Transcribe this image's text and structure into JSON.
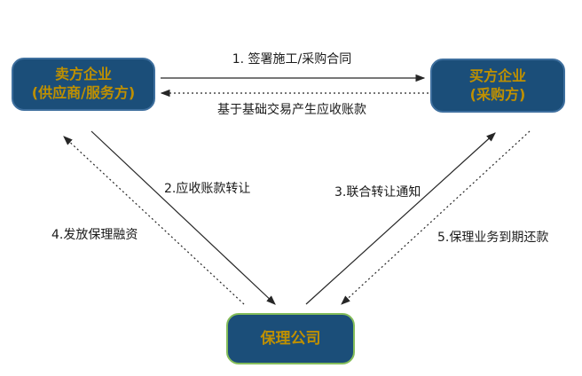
{
  "diagram": {
    "title": "factoring-business-flow",
    "nodes": {
      "seller": {
        "line1": "卖方企业",
        "line2": "(供应商/服务方)"
      },
      "buyer": {
        "line1": "买方企业",
        "line2": "(采购方)"
      },
      "factor": {
        "label": "保理公司"
      }
    },
    "edges": {
      "contract": {
        "label": "1. 签署施工/采购合同",
        "style": "solid",
        "from": "seller",
        "to": "buyer"
      },
      "receivable": {
        "label": "基于基础交易产生应收账款",
        "style": "dashed",
        "from": "buyer",
        "to": "seller"
      },
      "transfer": {
        "label": "2.应收账款转让",
        "style": "solid",
        "from": "seller",
        "to": "factor"
      },
      "notice": {
        "label": "3.联合转让通知",
        "style": "solid",
        "from": "factor",
        "to": "buyer"
      },
      "financing": {
        "label": "4.发放保理融资",
        "style": "dashed",
        "from": "factor",
        "to": "seller"
      },
      "repayment": {
        "label": "5.保理业务到期还款",
        "style": "dashed",
        "from": "buyer",
        "to": "factor"
      }
    },
    "colors": {
      "node_fill": "#1B4E79",
      "node_text": "#BF9000",
      "node_border_blue": "#3E6F9E",
      "node_border_green": "#84BD5A",
      "line_color": "#262626",
      "label_color": "#1a1a1a",
      "background": "#ffffff"
    }
  }
}
